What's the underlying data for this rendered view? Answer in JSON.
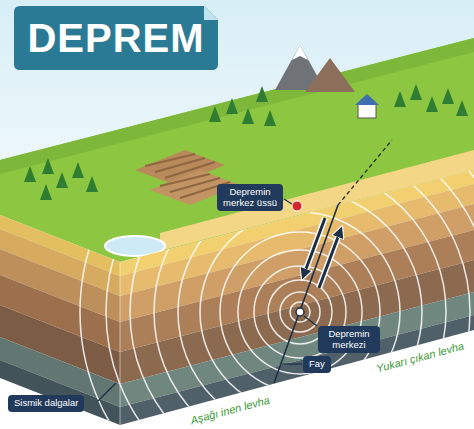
{
  "diagram": {
    "title": "DEPREM",
    "nodes": [
      {
        "text": [
          "Depremin merkez üssü"
        ]
      },
      {
        "text": [
          "Depremin merkezi"
        ]
      },
      {
        "text": [
          "Fay"
        ]
      },
      {
        "text": [
          "Sismik dalgalar"
        ]
      }
    ],
    "labels": [
      "Aşağı inen levha",
      "Yukarı çıkan levha"
    ]
  }
}
